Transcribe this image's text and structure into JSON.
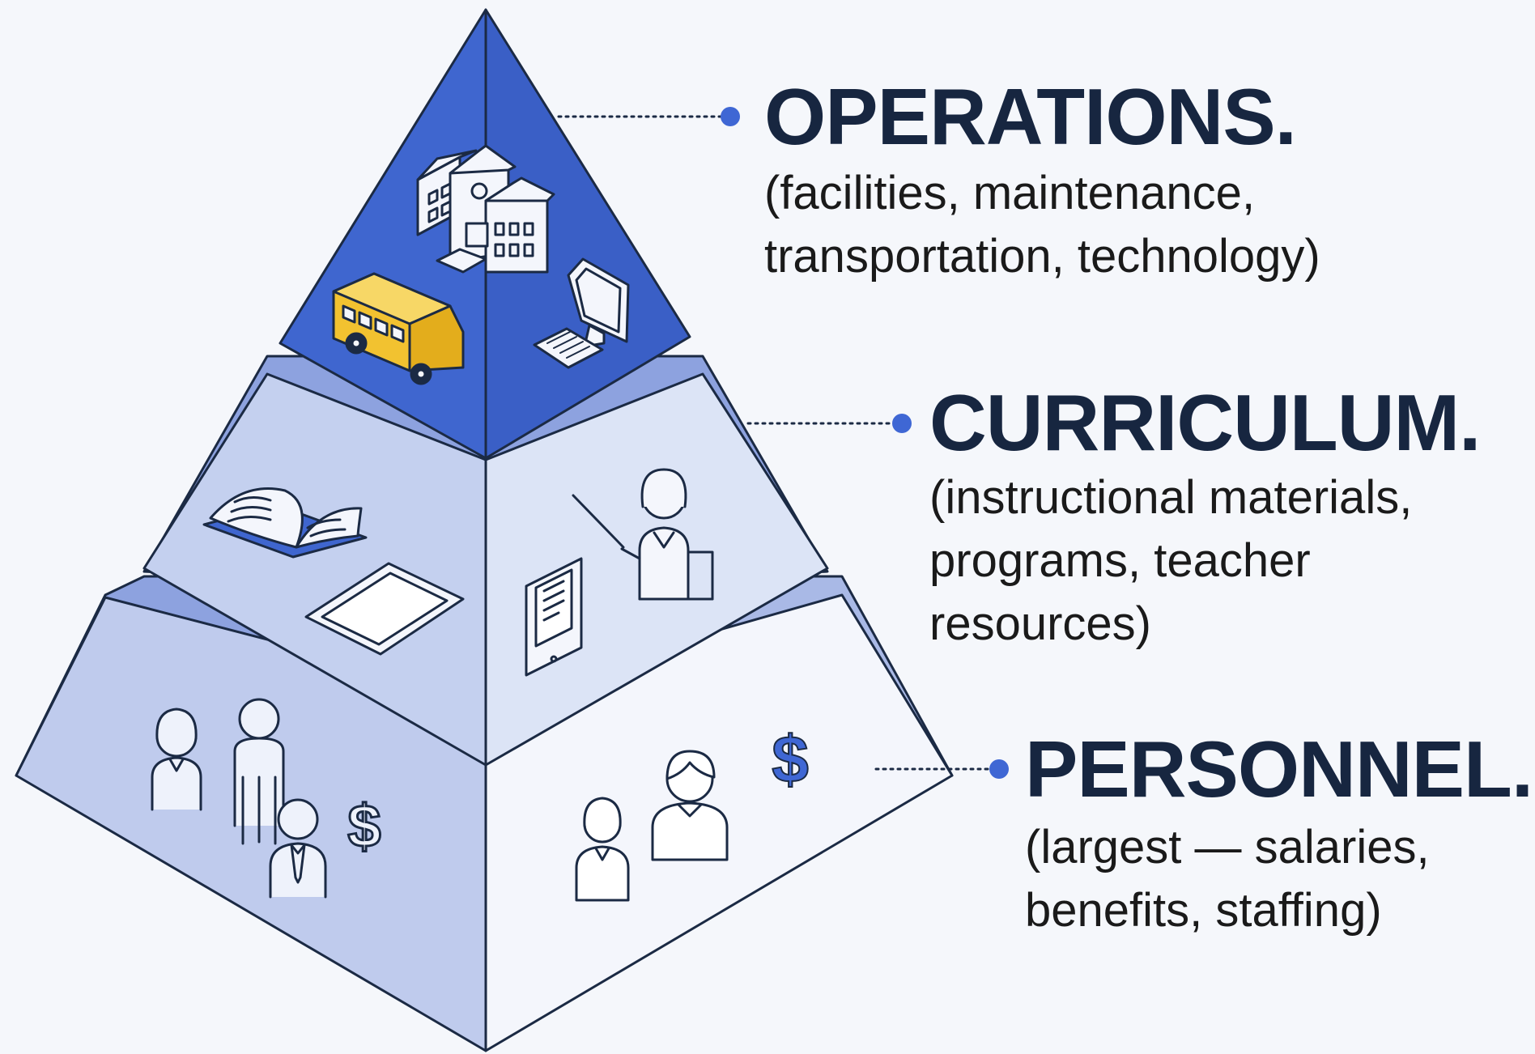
{
  "colors": {
    "background": "#f5f7fb",
    "outline": "#1b2a44",
    "heading_text": "#172640",
    "body_text": "#1a1a1a",
    "connector_dot": "#3f67d4",
    "top_left_face": "#3f66cf",
    "top_right_face": "#3a5fc6",
    "middle_left_face": "#c4d0ef",
    "middle_right_face": "#dce4f6",
    "bottom_left_face": "#bfcbed",
    "bottom_right_face": "#f4f6fc",
    "ledge": "#8da2df",
    "bus_yellow": "#f2c230",
    "dollar_blue": "#3f67d4"
  },
  "tiers": [
    {
      "id": "operations",
      "heading": "OPERATIONS.",
      "detail_lines": [
        "(facilities, maintenance,",
        "transportation, technology)"
      ],
      "icons": [
        "school-building-icon",
        "school-bus-icon",
        "computer-monitor-icon",
        "keyboard-icon"
      ]
    },
    {
      "id": "curriculum",
      "heading": "CURRICULUM.",
      "detail_lines": [
        "(instructional materials,",
        "programs, teacher",
        "resources)"
      ],
      "icons": [
        "open-book-icon",
        "tablet-icon",
        "ereader-icon",
        "teacher-pointer-icon"
      ]
    },
    {
      "id": "personnel",
      "heading": "PERSONNEL.",
      "detail_lines": [
        "(largest — salaries,",
        "benefits, staffing)"
      ],
      "icons": [
        "woman-staff-icon",
        "man-standing-icon",
        "man-tie-icon",
        "dollar-icon",
        "woman-icon",
        "staff-member-icon",
        "dollar-icon"
      ]
    }
  ]
}
